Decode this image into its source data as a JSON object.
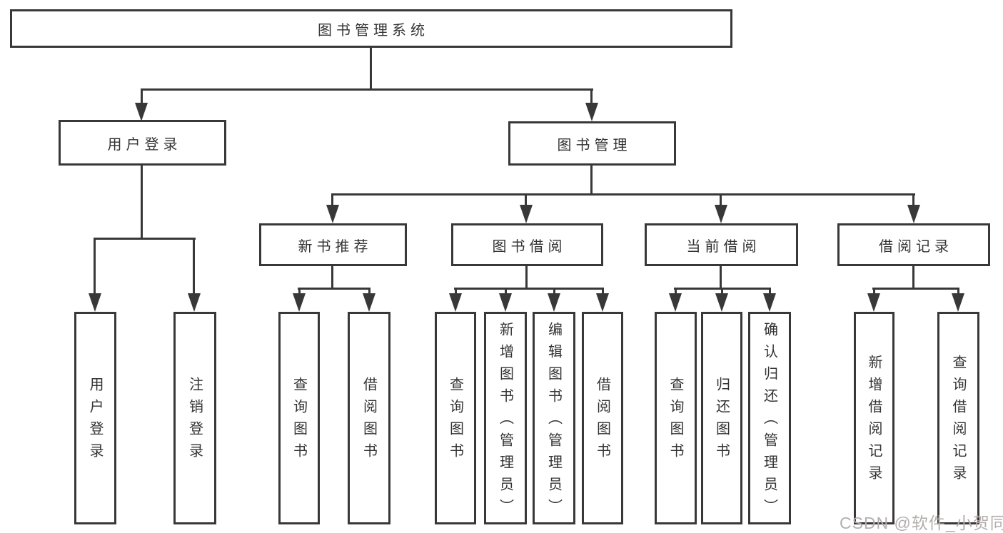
{
  "tree": {
    "label": "图书管理系统",
    "children": [
      {
        "label": "用户登录",
        "children": [
          {
            "label": "用户登录"
          },
          {
            "label": "注销登录"
          }
        ]
      },
      {
        "label": "图书管理",
        "children": [
          {
            "label": "新书推荐",
            "children": [
              {
                "label": "查询图书"
              },
              {
                "label": "借阅图书"
              }
            ]
          },
          {
            "label": "图书借阅",
            "children": [
              {
                "label": "查询图书"
              },
              {
                "label": "新增图书（管理员）"
              },
              {
                "label": "编辑图书（管理员）"
              },
              {
                "label": "借阅图书"
              }
            ]
          },
          {
            "label": "当前借阅",
            "children": [
              {
                "label": "查询图书"
              },
              {
                "label": "归还图书"
              },
              {
                "label": "确认归还（管理员）"
              }
            ]
          },
          {
            "label": "借阅记录",
            "children": [
              {
                "label": "新增借阅记录"
              },
              {
                "label": "查询借阅记录"
              }
            ]
          }
        ]
      }
    ]
  },
  "watermark": "CSDN @软件_小贺同学",
  "colors": {
    "line": "#383838",
    "text": "#333333",
    "background": "#ffffff",
    "watermark": "#b5aeae"
  }
}
